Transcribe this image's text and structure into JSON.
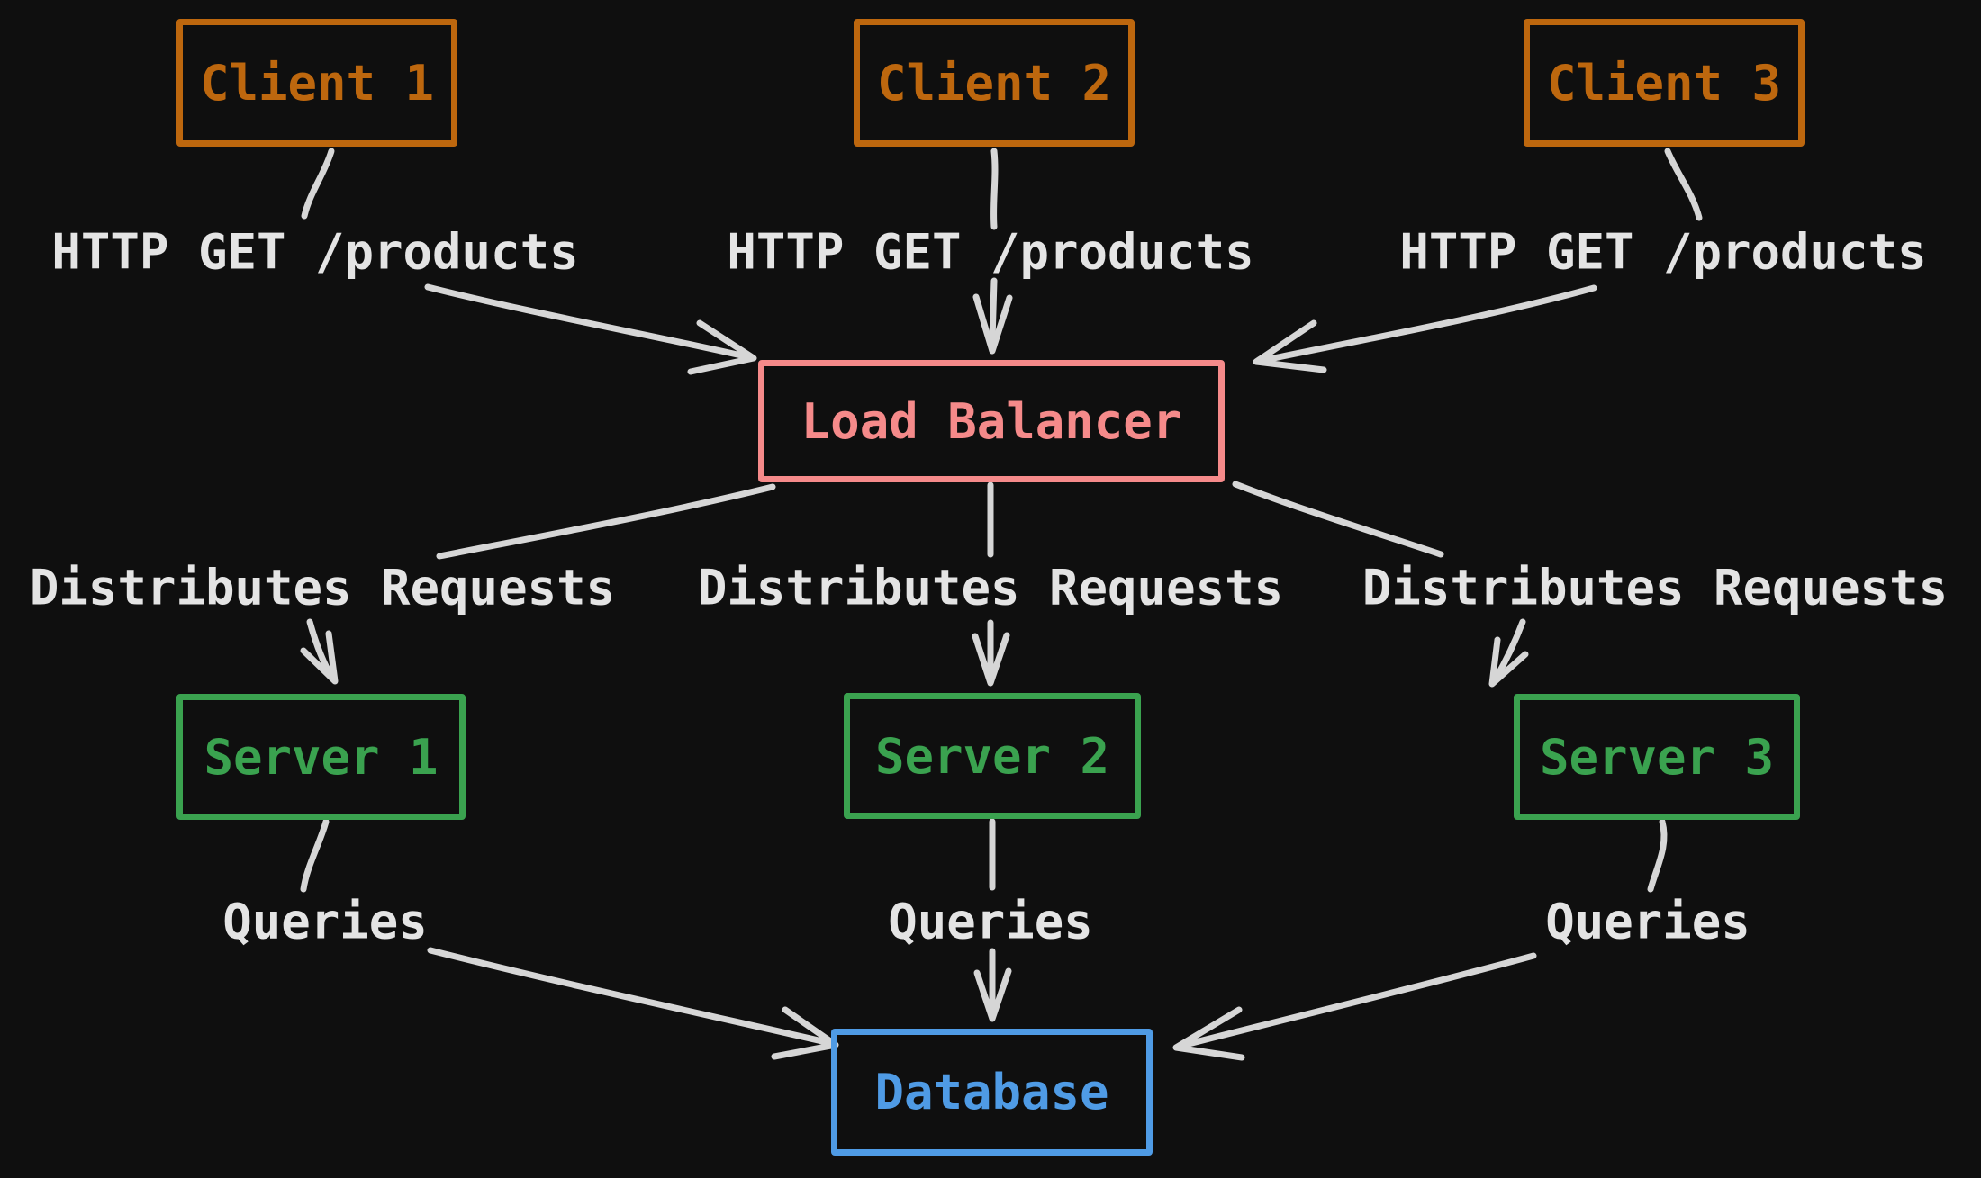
{
  "colors": {
    "background": "#0f0f0f",
    "client_accent": "#bd670e",
    "lb_accent": "#f58a8a",
    "server_accent": "#3aa24f",
    "db_accent": "#4f9be5",
    "connector": "#d6d6d6",
    "label": "#e4e4e4"
  },
  "nodes": {
    "client1": {
      "label": "Client 1"
    },
    "client2": {
      "label": "Client 2"
    },
    "client3": {
      "label": "Client 3"
    },
    "load_balancer": {
      "label": "Load Balancer"
    },
    "server1": {
      "label": "Server 1"
    },
    "server2": {
      "label": "Server 2"
    },
    "server3": {
      "label": "Server 3"
    },
    "database": {
      "label": "Database"
    }
  },
  "edges": {
    "client1_lb": {
      "label": "HTTP GET /products"
    },
    "client2_lb": {
      "label": "HTTP GET /products"
    },
    "client3_lb": {
      "label": "HTTP GET /products"
    },
    "lb_server1": {
      "label": "Distributes Requests"
    },
    "lb_server2": {
      "label": "Distributes Requests"
    },
    "lb_server3": {
      "label": "Distributes Requests"
    },
    "server1_db": {
      "label": "Queries"
    },
    "server2_db": {
      "label": "Queries"
    },
    "server3_db": {
      "label": "Queries"
    }
  }
}
